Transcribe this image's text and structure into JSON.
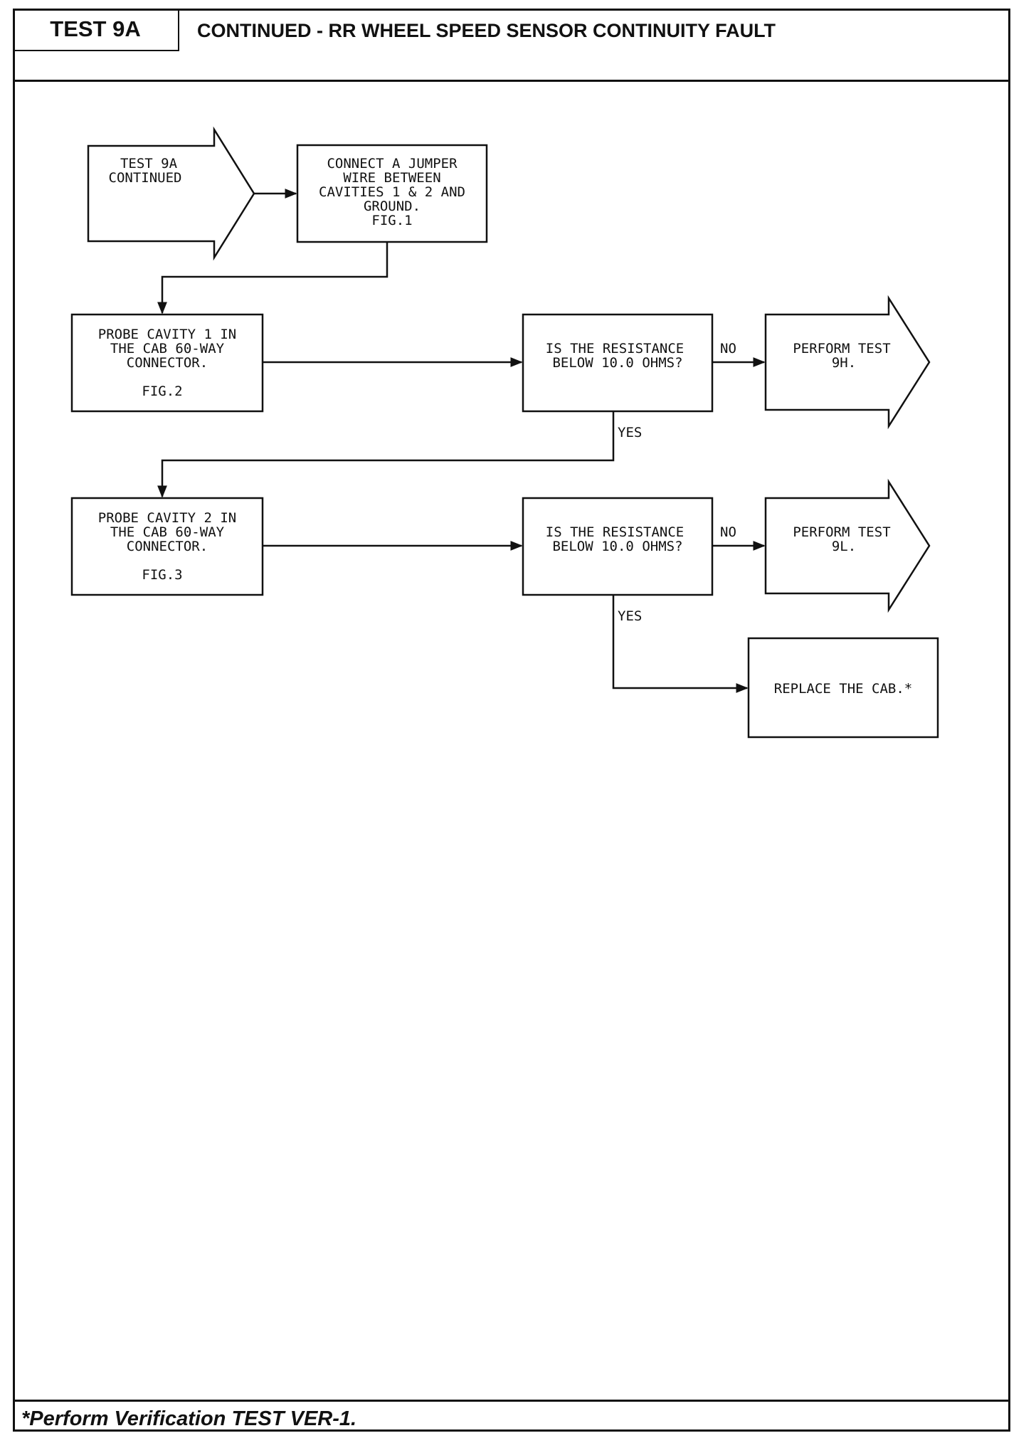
{
  "header": {
    "test_id": "TEST 9A",
    "title": "CONTINUED - RR WHEEL SPEED SENSOR CONTINUITY FAULT"
  },
  "flowchart": {
    "start": [
      "TEST 9A",
      "CONTINUED"
    ],
    "connect_jumper": [
      "CONNECT A JUMPER",
      "WIRE BETWEEN",
      "CAVITIES 1 & 2 AND",
      "GROUND.",
      "FIG.1"
    ],
    "probe_cavity_1": [
      "PROBE CAVITY 1 IN",
      "THE CAB 60-WAY",
      "CONNECTOR.",
      "FIG.2"
    ],
    "decision_1": [
      "IS THE RESISTANCE",
      "BELOW 10.0 OHMS?"
    ],
    "no_1": "NO",
    "yes_1": "YES",
    "perform_9h": [
      "PERFORM TEST",
      "9H."
    ],
    "probe_cavity_2": [
      "PROBE CAVITY 2 IN",
      "THE CAB 60-WAY",
      "CONNECTOR.",
      "FIG.3"
    ],
    "decision_2": [
      "IS THE RESISTANCE",
      "BELOW 10.0 OHMS?"
    ],
    "no_2": "NO",
    "yes_2": "YES",
    "perform_9l": [
      "PERFORM TEST",
      "9L."
    ],
    "replace_cab": "REPLACE THE CAB.*"
  },
  "footer": {
    "note": "*Perform Verification TEST VER-1."
  }
}
